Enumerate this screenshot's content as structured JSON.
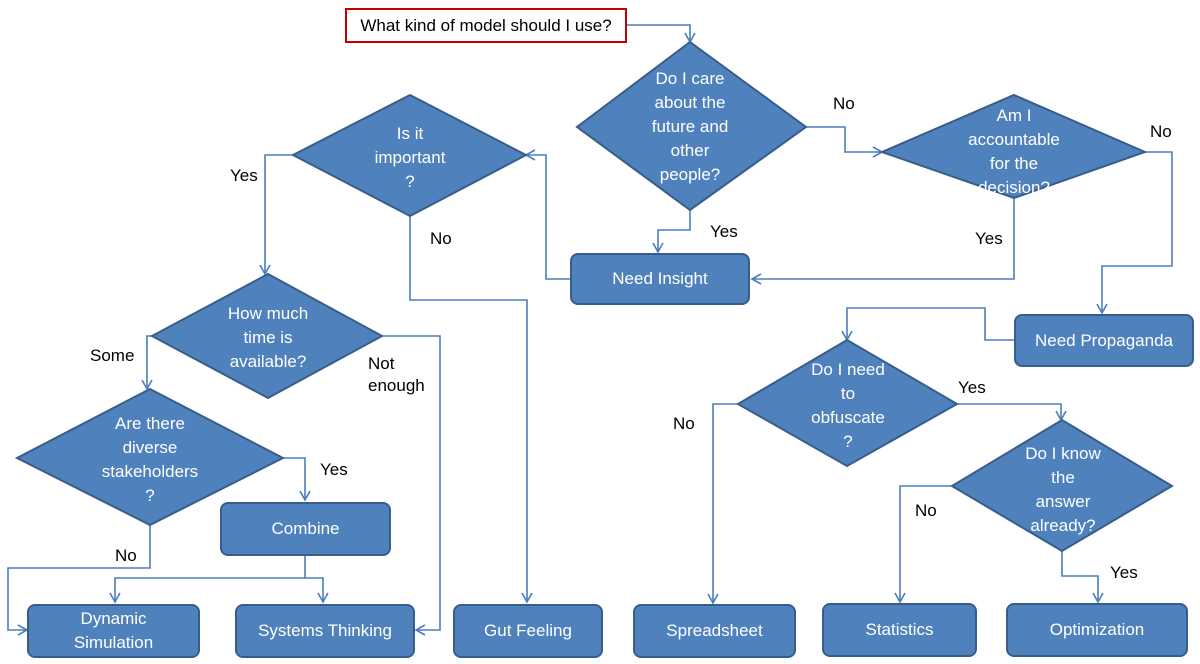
{
  "title": "What kind of model should I use?",
  "decisions": {
    "care": "Do I care\nabout the\nfuture and\nother\npeople?",
    "accountable": "Am I\naccountable\nfor the\ndecision?",
    "important": "Is it\nimportant\n?",
    "time": "How much\ntime is\navailable?",
    "stakeholders": "Are there\ndiverse\nstakeholders\n?",
    "obfuscate": "Do I need\nto\nobfuscate\n?",
    "know_answer": "Do I know\nthe\nanswer\nalready?"
  },
  "boxes": {
    "need_insight": "Need Insight",
    "need_propaganda": "Need Propaganda",
    "combine": "Combine",
    "dynamic_simulation": "Dynamic\nSimulation",
    "systems_thinking": "Systems Thinking",
    "gut_feeling": "Gut Feeling",
    "spreadsheet": "Spreadsheet",
    "statistics": "Statistics",
    "optimization": "Optimization"
  },
  "edge_labels": {
    "care_no": "No",
    "care_yes": "Yes",
    "accountable_no": "No",
    "accountable_yes": "Yes",
    "important_yes": "Yes",
    "important_no": "No",
    "time_some": "Some",
    "time_not_enough": "Not\nenough",
    "stakeholders_yes": "Yes",
    "stakeholders_no": "No",
    "obfuscate_yes": "Yes",
    "obfuscate_no": "No",
    "know_no": "No",
    "know_yes": "Yes"
  },
  "colors": {
    "node_fill": "#4f81bd",
    "node_border": "#385d8a",
    "connector": "#4a7ebb",
    "title_border": "#c00000"
  }
}
